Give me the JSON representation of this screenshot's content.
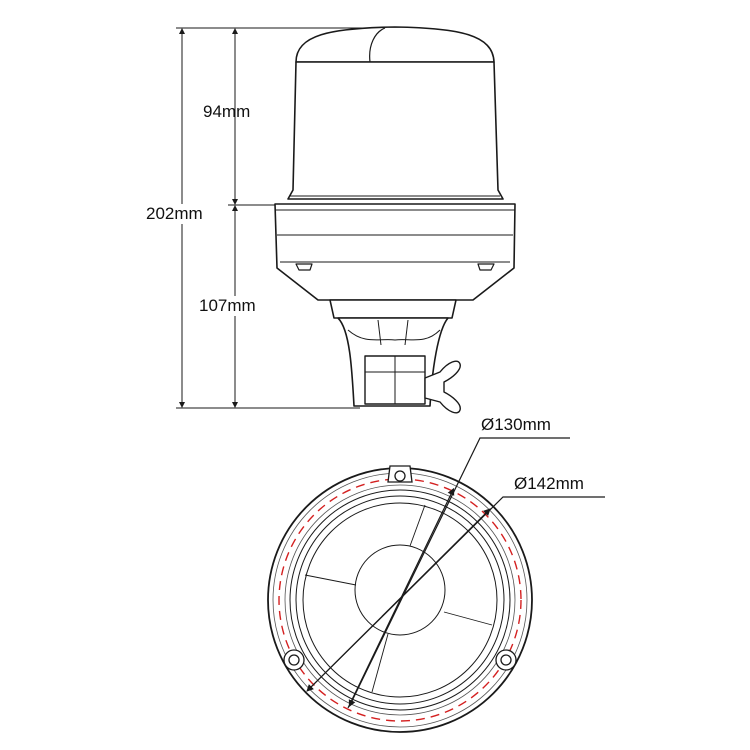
{
  "dimensions": {
    "total_height": "202mm",
    "dome_height": "94mm",
    "base_height": "107mm",
    "inner_diameter": "Ø130mm",
    "outer_diameter": "Ø142mm"
  },
  "colors": {
    "line": "#1a1a1a",
    "dashed_ring": "#d42020"
  }
}
